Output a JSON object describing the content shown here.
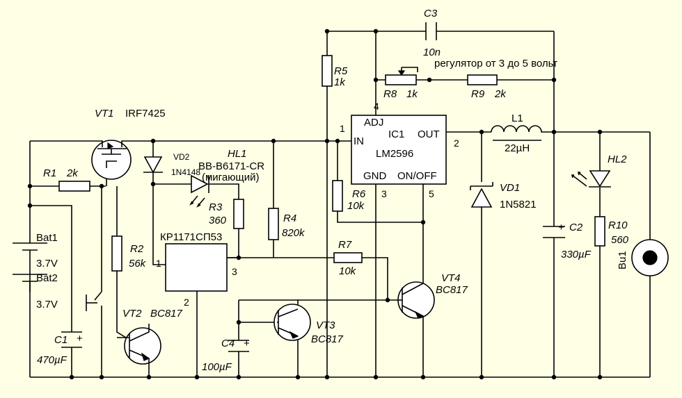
{
  "labels": {
    "vt1_ref": "VT1",
    "vt1_part": "IRF7425",
    "r1_ref": "R1",
    "r1_val": "2k",
    "bat1": "Bat1",
    "bat1_v": "3.7V",
    "bat2": "Bat2",
    "bat2_v": "3.7V",
    "c1_ref": "C1",
    "c1_plus": "+",
    "c1_val": "470µF",
    "r2_ref": "R2",
    "r2_val": "56k",
    "vt2_ref": "VT2",
    "vt2_part": "BC817",
    "vd2_ref": "VD2",
    "vd2_part": "1N4148",
    "hl1_ref": "HL1",
    "hl1_part": "BB-B6171-CR",
    "hl1_note": "(мигающий)",
    "r3_ref": "R3",
    "r3_val": "360",
    "ic_part": "КР1171СП53",
    "ic_pin1": "1",
    "ic_pin2": "2",
    "ic_pin3": "3",
    "r4_ref": "R4",
    "r4_val": "820k",
    "c4_ref": "C4",
    "c4_plus": "+",
    "c4_val": "100µF",
    "vt3_ref": "VT3",
    "vt3_part": "BC817",
    "r5_ref": "R5",
    "r5_val": "1k",
    "c3_ref": "C3",
    "c3_val": "10n",
    "r8_ref": "R8",
    "r8_val": "1k",
    "r9_ref": "R9",
    "r9_val": "2k",
    "regulator_note": "регулятор от 3 до 5 вольт",
    "ic1_adj": "ADJ",
    "ic1_ref": "IC1",
    "ic1_out": "OUT",
    "ic1_in": "IN",
    "ic1_part": "LM2596",
    "ic1_gnd": "GND",
    "ic1_onoff": "ON/OFF",
    "ic1_pin1": "1",
    "ic1_pin2": "2",
    "ic1_pin3": "3",
    "ic1_pin4": "4",
    "ic1_pin5": "5",
    "r6_ref": "R6",
    "r6_val": "10k",
    "r7_ref": "R7",
    "r7_val": "10k",
    "vt4_ref": "VT4",
    "vt4_part": "BC817",
    "l1_ref": "L1",
    "l1_val": "22µH",
    "vd1_ref": "VD1",
    "vd1_part": "1N5821",
    "c2_ref": "C2",
    "c2_plus": "+",
    "c2_val": "330µF",
    "hl2_ref": "HL2",
    "r10_ref": "R10",
    "r10_val": "560",
    "bu1_ref": "Bu1"
  }
}
